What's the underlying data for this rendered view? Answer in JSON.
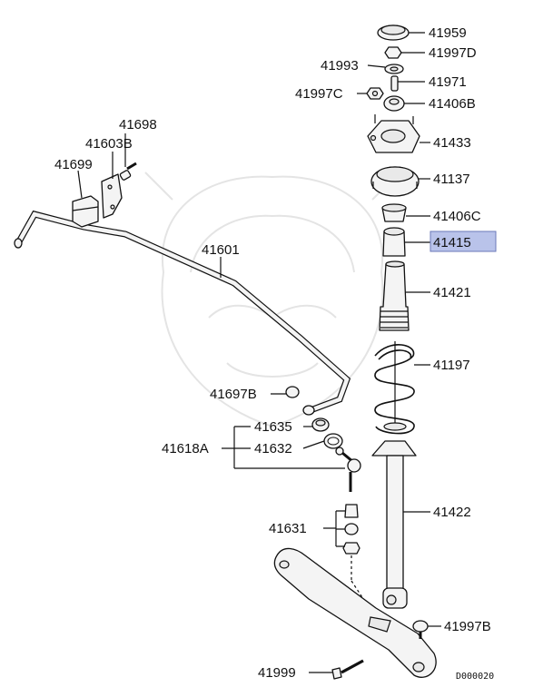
{
  "diagram": {
    "code": "D000020",
    "highlight_color": "#b9c3ea",
    "highlighted_part": "41415",
    "parts": {
      "p41959": "41959",
      "p41997D": "41997D",
      "p41993": "41993",
      "p41971": "41971",
      "p41997C": "41997C",
      "p41406B": "41406B",
      "p41433": "41433",
      "p41137": "41137",
      "p41406C": "41406C",
      "p41415": "41415",
      "p41421": "41421",
      "p41197": "41197",
      "p41422": "41422",
      "p41698": "41698",
      "p41603B": "41603B",
      "p41699": "41699",
      "p41601": "41601",
      "p41697B": "41697B",
      "p41635": "41635",
      "p41618A": "41618A",
      "p41632": "41632",
      "p41631": "41631",
      "p41997B": "41997B",
      "p41999": "41999"
    }
  }
}
